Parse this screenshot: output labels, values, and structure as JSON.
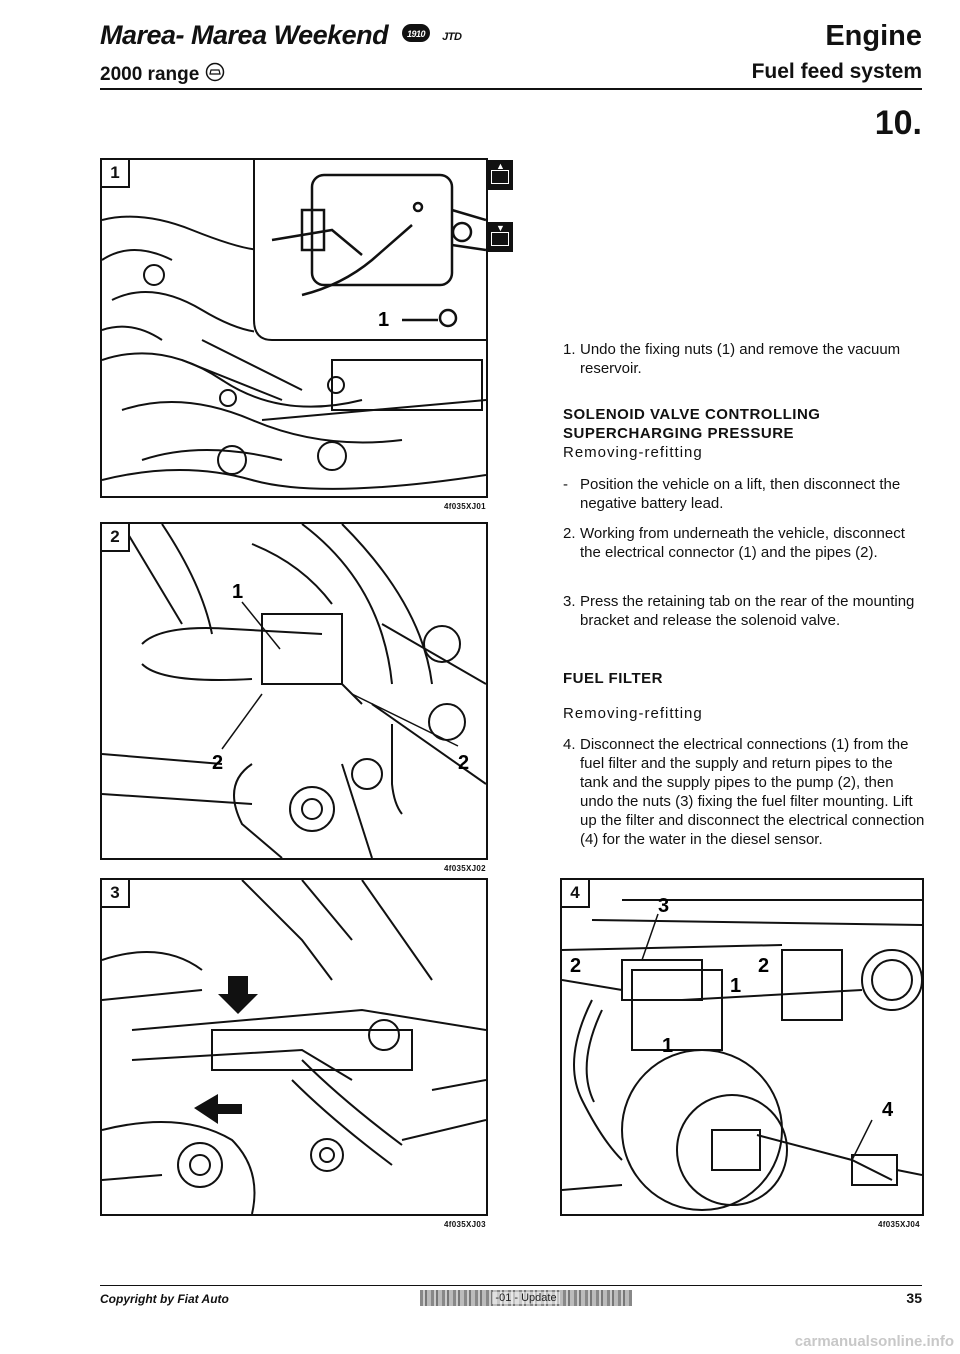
{
  "header": {
    "model": "Marea- Marea Weekend",
    "badge_text": "1910",
    "engine_code": "JTD",
    "range": "2000 range",
    "section_title": "Engine",
    "section_subtitle": "Fuel feed system",
    "section_number": "10."
  },
  "figures": [
    {
      "num": "1",
      "code": "4f035XJ01",
      "labels": [
        "1"
      ]
    },
    {
      "num": "2",
      "code": "4f035XJ02",
      "labels": [
        "1",
        "2",
        "2"
      ]
    },
    {
      "num": "3",
      "code": "4f035XJ03",
      "labels": []
    },
    {
      "num": "4",
      "code": "4f035XJ04",
      "labels": [
        "3",
        "2",
        "2",
        "1",
        "1",
        "4"
      ]
    }
  ],
  "side_icons": [
    {
      "name": "remove-icon",
      "arrow": "up"
    },
    {
      "name": "refit-icon",
      "arrow": "down"
    }
  ],
  "content": {
    "step1_num": "1.",
    "step1": "Undo the fixing nuts (1) and remove the vacuum reservoir.",
    "solenoid_heading": "SOLENOID VALVE CONTROLLING SUPERCHARGING PRESSURE",
    "solenoid_sub": "Removing-refitting",
    "dash_mark": "-",
    "dash_step": "Position the vehicle on a lift, then disconnect the negative battery lead.",
    "step2_num": "2.",
    "step2": "Working from underneath the vehicle, disconnect the electrical connector (1) and the pipes (2).",
    "step3_num": "3.",
    "step3": "Press the retaining tab on the rear of the mounting bracket and release the solenoid valve.",
    "filter_heading": "FUEL FILTER",
    "filter_sub": "Removing-refitting",
    "step4_num": "4.",
    "step4": "Disconnect the electrical connections (1) from the fuel filter and the supply and return pipes to the tank and the supply pipes to the pump (2), then undo the nuts (3) fixing the fuel filter mounting. Lift up the filter and disconnect the electrical connection (4) for the water in the diesel sensor."
  },
  "footer": {
    "copyright": "Copyright by Fiat Auto",
    "update": "-01 - Update",
    "page": "35"
  },
  "watermark": "carmanualsonline.info"
}
